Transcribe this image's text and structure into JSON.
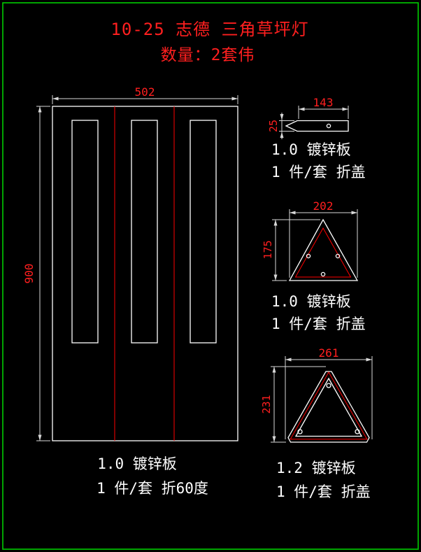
{
  "title": {
    "line1": "10-25 志德 三角草坪灯",
    "line2": "数量：2套伟"
  },
  "colors": {
    "background": "#000000",
    "sheet_border_green": "#00cc00",
    "shape_line_white": "#ffffff",
    "dimension_line_white": "#d8d8d8",
    "dimension_text_red": "#ff1f1f",
    "fold_line_red": "#ff0000",
    "title_red": "#ff1f1f",
    "label_white": "#ffffff"
  },
  "parts": {
    "main_panel": {
      "dim_width": "502",
      "dim_height": "900",
      "label_material": "1.0 镀锌板",
      "label_spec": "1 件/套 折60度"
    },
    "flat_bar": {
      "dim_width": "143",
      "dim_height": "25",
      "label_material": "1.0 镀锌板",
      "label_spec": "1 件/套 折盖"
    },
    "small_triangle": {
      "dim_width": "202",
      "dim_height": "175",
      "label_material": "1.0 镀锌板",
      "label_spec": "1 件/套 折盖"
    },
    "large_triangle": {
      "dim_width": "261",
      "dim_height": "231",
      "label_material": "1.2 镀锌板",
      "label_spec": "1 件/套 折盖"
    }
  }
}
